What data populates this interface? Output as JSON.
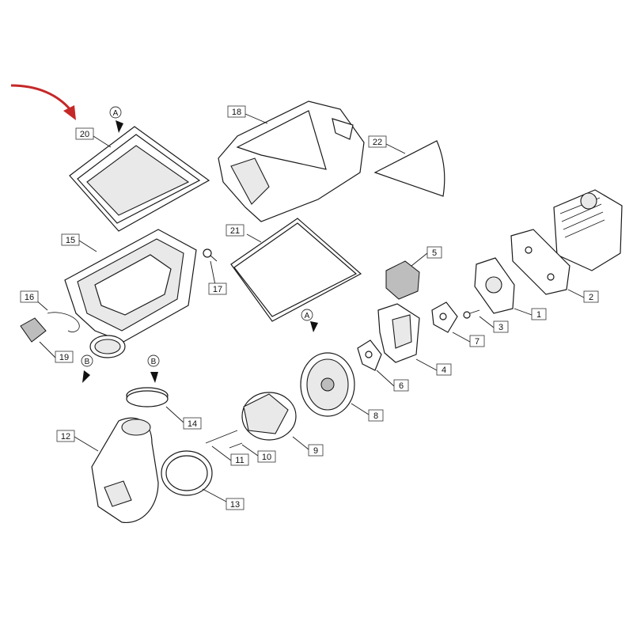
{
  "diagram": {
    "callouts": [
      "20",
      "18",
      "22",
      "15",
      "17",
      "21",
      "5",
      "2",
      "1",
      "16",
      "3",
      "7",
      "19",
      "4",
      "6",
      "14",
      "8",
      "12",
      "9",
      "10",
      "11",
      "13"
    ],
    "reference_markers": [
      "A",
      "A",
      "B",
      "B"
    ],
    "highlight_arrow_color": "#c62828"
  }
}
